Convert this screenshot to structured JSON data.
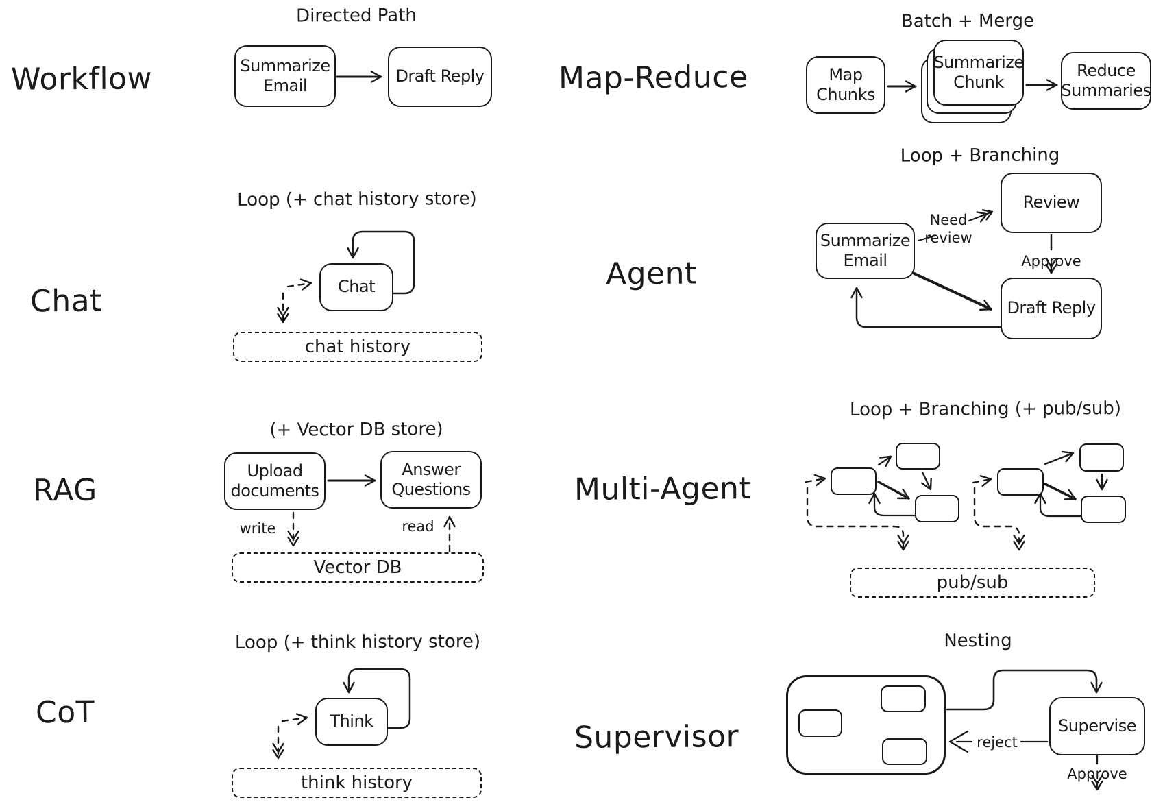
{
  "canvas": {
    "background": "#ffffff",
    "ink": "#1a1a1a"
  },
  "sections": {
    "workflow": {
      "label": "Workflow",
      "title": "Directed Path",
      "nodes": {
        "a": "Summarize Email",
        "b": "Draft Reply"
      }
    },
    "map_reduce": {
      "label": "Map-Reduce",
      "title": "Batch + Merge",
      "nodes": {
        "a": "Map Chunks",
        "b": "Summarize Chunk",
        "c": "Reduce Summaries"
      }
    },
    "chat": {
      "label": "Chat",
      "title": "Loop (+ chat history store)",
      "nodes": {
        "a": "Chat"
      },
      "store": "chat history"
    },
    "agent": {
      "label": "Agent",
      "title": "Loop + Branching",
      "nodes": {
        "a": "Summarize Email",
        "b": "Review",
        "c": "Draft Reply"
      },
      "edges": {
        "need_review": "Need review",
        "approve": "Approve"
      }
    },
    "rag": {
      "label": "RAG",
      "title": "(+ Vector DB store)",
      "nodes": {
        "a": "Upload documents",
        "b": "Answer Questions"
      },
      "edges": {
        "write": "write",
        "read": "read"
      },
      "store": "Vector DB"
    },
    "multi_agent": {
      "label": "Multi-Agent",
      "title": "Loop + Branching (+ pub/sub)",
      "store": "pub/sub"
    },
    "cot": {
      "label": "CoT",
      "title": "Loop (+ think history store)",
      "nodes": {
        "a": "Think"
      },
      "store": "think history"
    },
    "supervisor": {
      "label": "Supervisor",
      "title": "Nesting",
      "nodes": {
        "a": "Supervise"
      },
      "edges": {
        "reject": "reject",
        "approve": "Approve"
      }
    }
  }
}
